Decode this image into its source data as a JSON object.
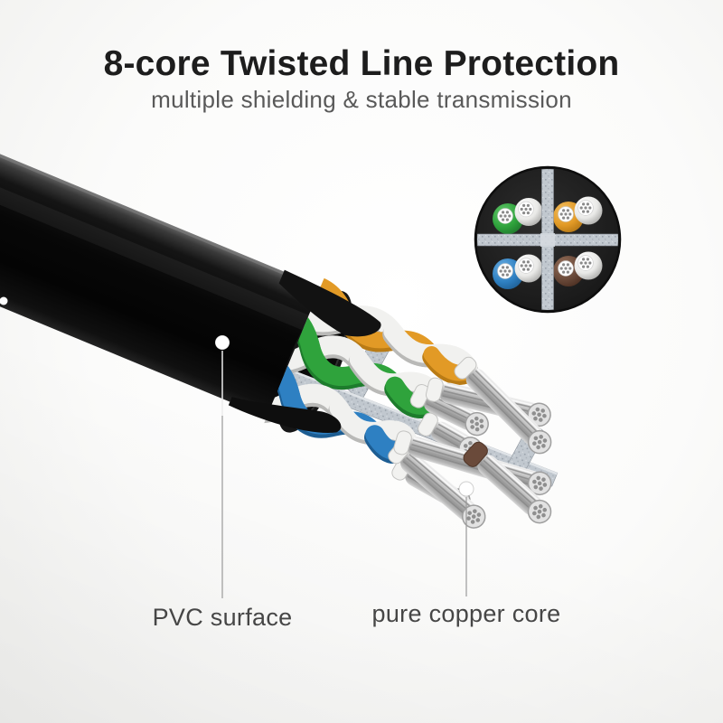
{
  "header": {
    "title": "8-core Twisted Line Protection",
    "subtitle": "multiple shielding & stable transmission"
  },
  "callouts": [
    {
      "label": "PVC surface"
    },
    {
      "label": "pure copper core"
    }
  ],
  "illustration": {
    "wire_pairs": [
      "green & white",
      "orange & white",
      "blue & white",
      "brown & white"
    ],
    "cores_per_wire": 7
  },
  "colors": {
    "green": "#2fa33c",
    "orange": "#e29a26",
    "blue": "#2e80c2",
    "brown": "#6a4a3a",
    "white_wire": "#f1f1ef",
    "jacket": "#0b0b0b",
    "separator": "#c1c8cf",
    "copper": "#c9c9c9",
    "title_text": "#1d1d1d",
    "subtitle_text": "#595959",
    "label_text": "#464646",
    "leader_line": "#9a9a9a",
    "background": "#f0f0ee"
  }
}
